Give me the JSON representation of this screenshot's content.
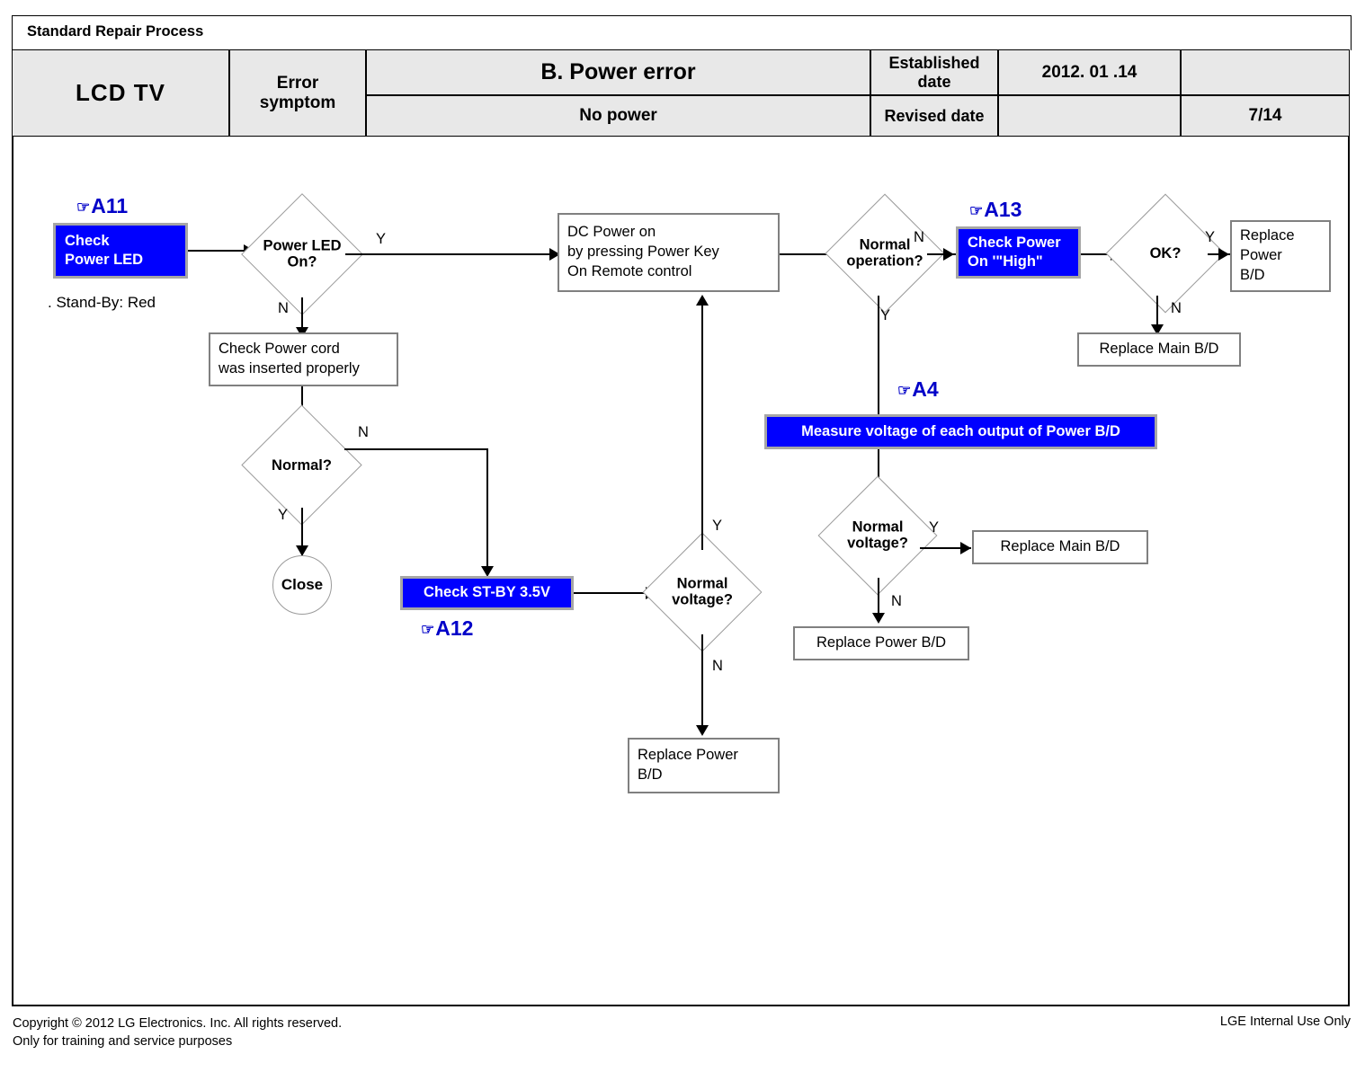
{
  "header": {
    "title": "Standard Repair Process",
    "product": "LCD  TV",
    "error_symptom_label": "Error\nsymptom",
    "error_symptom_label_l1": "Error",
    "error_symptom_label_l2": "symptom",
    "error_title": "B. Power error",
    "error_detail": "No power",
    "established_date_label_l1": "Established",
    "established_date_label_l2": "date",
    "established_date_value": "2012. 01 .14",
    "revised_date_label": "Revised date",
    "revised_date_value": "",
    "blank_top_right": "",
    "page_number": "7/14"
  },
  "annotations": {
    "hand_glyph": "☞",
    "a11": "A11",
    "a12": "A12",
    "a13": "A13",
    "a4": "A4",
    "standby_note": ". Stand-By: Red"
  },
  "nodes": {
    "check_power_led": "Check\nPower LED",
    "check_power_led_l1": "Check",
    "check_power_led_l2": "Power LED",
    "power_led_on": "Power  LED\nOn?",
    "power_led_on_l1": "Power  LED",
    "power_led_on_l2": "On?",
    "check_power_cord_l1": "Check Power cord",
    "check_power_cord_l2": "was inserted properly",
    "normal_q": "Normal?",
    "close": "Close",
    "check_stby": "Check ST-BY 3.5V",
    "dc_power_l1": "DC Power on",
    "dc_power_l2": "by pressing Power Key",
    "dc_power_l3": "On Remote control",
    "normal_voltage_center_l1": "Normal",
    "normal_voltage_center_l2": "voltage?",
    "replace_power_bd_center_l1": "Replace Power",
    "replace_power_bd_center_l2": "B/D",
    "normal_operation_l1": "Normal",
    "normal_operation_l2": "operation?",
    "check_power_on_high_l1": "Check Power",
    "check_power_on_high_l2": "On '\"High\"",
    "ok_q": "OK?",
    "replace_power_bd_tr_l1": "Replace",
    "replace_power_bd_tr_l2": "Power",
    "replace_power_bd_tr_l3": "B/D",
    "replace_main_bd_tr": "Replace Main B/D",
    "measure_voltage": "Measure voltage of each output of Power B/D",
    "normal_voltage_right_l1": "Normal",
    "normal_voltage_right_l2": "voltage?",
    "replace_main_bd_right": "Replace Main B/D",
    "replace_power_bd_right": "Replace Power B/D"
  },
  "edge_labels": {
    "y": "Y",
    "n": "N"
  },
  "footer": {
    "copyright_l1": "Copyright © 2012 LG Electronics. Inc. All rights reserved.",
    "copyright_l2": "Only for training and service purposes",
    "internal": "LGE Internal Use Only"
  },
  "colors": {
    "highlight_blue": "#0000FF",
    "annotation_blue": "#0000C8",
    "shape_border_gray": "#808080",
    "header_fill": "#E8E8E8"
  }
}
